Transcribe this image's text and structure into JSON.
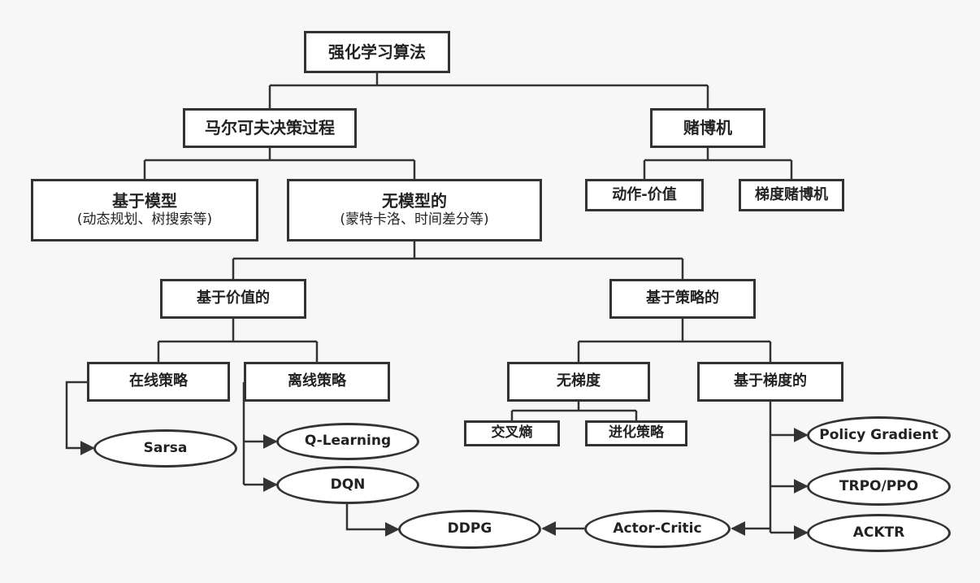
{
  "nodes": {
    "root": "强化学习算法",
    "mdp": "马尔可夫决策过程",
    "bandit": "赌博机",
    "model_based": {
      "title": "基于模型",
      "sub": "(动态规划、树搜索等)"
    },
    "model_free": {
      "title": "无模型的",
      "sub": "(蒙特卡洛、时间差分等)"
    },
    "action_value": "动作-价值",
    "gradient_bandit": "梯度赌博机",
    "value_based": "基于价值的",
    "policy_based": "基于策略的",
    "on_policy": "在线策略",
    "off_policy": "离线策略",
    "gradient_free": "无梯度",
    "gradient_based": "基于梯度的",
    "cross_entropy": "交叉熵",
    "evolution": "进化策略",
    "sarsa": "Sarsa",
    "q_learning": "Q-Learning",
    "dqn": "DQN",
    "ddpg": "DDPG",
    "actor_critic": "Actor-Critic",
    "policy_gradient": "Policy Gradient",
    "trpo_ppo": "TRPO/PPO",
    "acktr": "ACKTR"
  },
  "colors": {
    "line": "#333333",
    "node_fill": "#ffffff",
    "background": "#f7f7f7"
  }
}
